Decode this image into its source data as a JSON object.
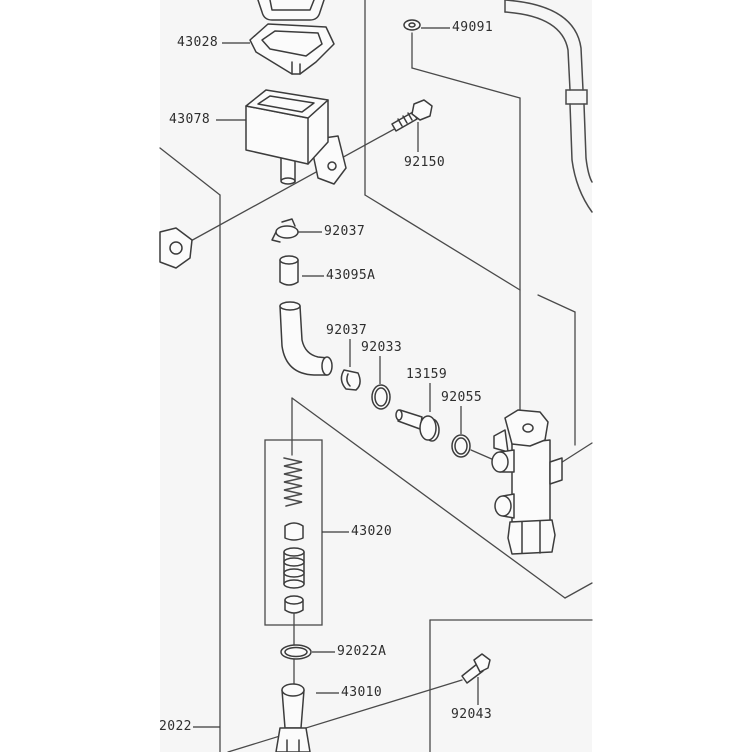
{
  "callouts": [
    "43028",
    "49091",
    "43078",
    "92150",
    "92037",
    "43095A",
    "92037",
    "92033",
    "13159",
    "92055",
    "43020",
    "92022A",
    "43010",
    "92043",
    "2022"
  ],
  "colors": {
    "ink": "#3c3c3c",
    "paper": "#f6f6f6",
    "margin": "#ffffff"
  }
}
